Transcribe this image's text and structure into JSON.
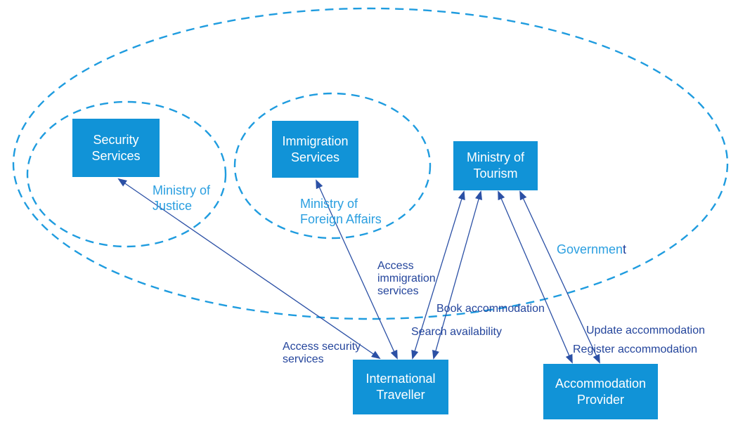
{
  "colors": {
    "node_fill": "#1193d7",
    "node_text": "#ffffff",
    "boundary_stroke": "#1f9cdf",
    "boundary_label": "#2b9fe0",
    "connector": "#2b50a5",
    "connector_label": "#24459c",
    "government_label_tail": "#1f3f9c"
  },
  "boundaries": {
    "government": {
      "label_main": "Governmen",
      "label_tail": "t"
    },
    "ministry_of_justice": {
      "label": "Ministry of Justice"
    },
    "ministry_of_foreign_affairs": {
      "label": "Ministry of Foreign Affairs"
    }
  },
  "actors": {
    "security_services": {
      "label": "Security Services"
    },
    "immigration_services": {
      "label": "Immigration Services"
    },
    "ministry_of_tourism": {
      "label": "Ministry of Tourism"
    },
    "international_traveller": {
      "label": "International Traveller"
    },
    "accommodation_provider": {
      "label": "Accommodation Provider"
    }
  },
  "connectors": {
    "access_security": {
      "label": "Access security services"
    },
    "access_immigration": {
      "label": "Access immigration services"
    },
    "search_availability": {
      "label": "Search availability"
    },
    "book_accommodation": {
      "label": "Book accommodation"
    },
    "register_accommodation": {
      "label": "Register accommodation"
    },
    "update_accommodation": {
      "label": "Update accommodation"
    }
  }
}
